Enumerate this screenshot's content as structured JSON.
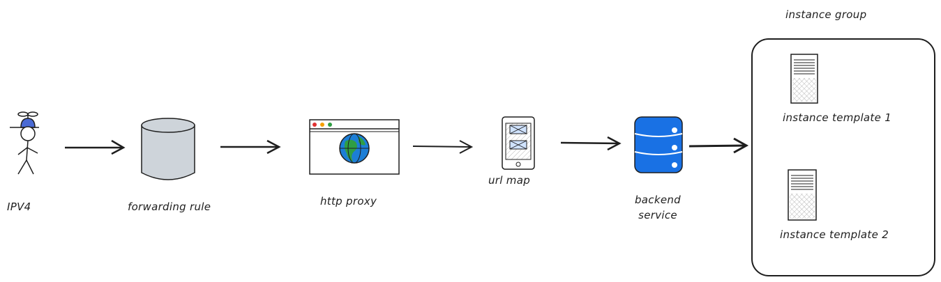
{
  "nodes": {
    "user": {
      "label": "IPV4",
      "icon": "stick-figure-propeller-hat-icon",
      "hat_color": "#4a6ad4"
    },
    "forwarding_rule": {
      "label": "forwarding rule",
      "icon": "cylinder-icon",
      "fill": "#ced4da"
    },
    "http_proxy": {
      "label": "http proxy",
      "icon": "browser-window-globe-icon"
    },
    "url_map": {
      "label": "url map",
      "icon": "mobile-phone-icon"
    },
    "backend_service": {
      "label_line1": "backend",
      "label_line2": "service",
      "icon": "database-stack-icon",
      "fill": "#1971e4"
    },
    "instance_group": {
      "label": "instance group",
      "templates": [
        {
          "label": "instance template 1",
          "icon": "server-icon"
        },
        {
          "label": "instance template 2",
          "icon": "server-icon"
        }
      ]
    }
  },
  "edges": [
    {
      "from": "user",
      "to": "forwarding_rule"
    },
    {
      "from": "forwarding_rule",
      "to": "http_proxy"
    },
    {
      "from": "http_proxy",
      "to": "url_map"
    },
    {
      "from": "url_map",
      "to": "backend_service"
    },
    {
      "from": "backend_service",
      "to": "instance_group"
    }
  ]
}
